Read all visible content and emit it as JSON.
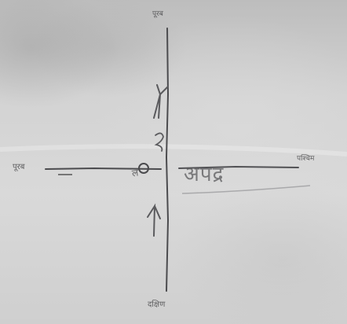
{
  "directions": {
    "north": "पूरब",
    "south": "दक्षिण",
    "west": "पूरब",
    "east": "पश्चिम"
  },
  "handwritten_word": "अपद्र",
  "origin_mark": "ल"
}
